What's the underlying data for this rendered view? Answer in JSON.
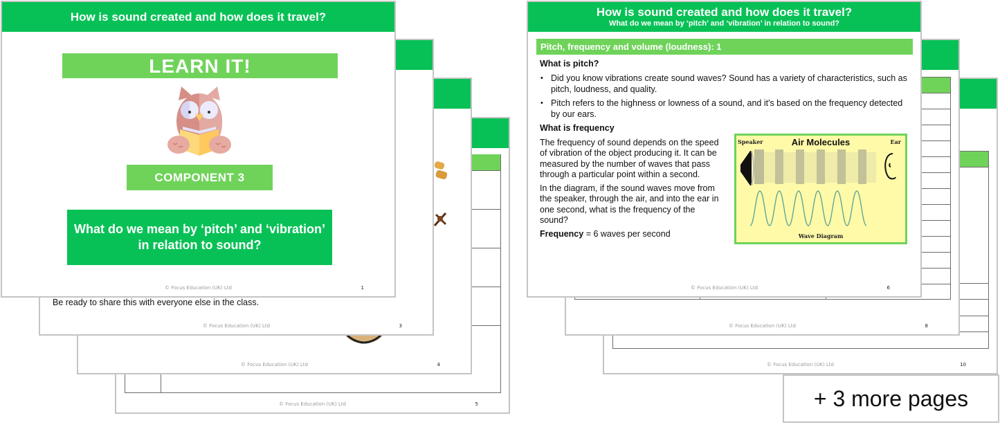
{
  "colors": {
    "header_green": "#08c156",
    "light_green": "#6fd35a",
    "diagram_bg": "#fffaa8",
    "slide_border": "#c4c4c4"
  },
  "left_stack": {
    "slide1": {
      "header_title": "How is sound created and how does it travel?",
      "learn_it": "LEARN IT!",
      "mascot_icon": "owl-reading-book",
      "component_label": "COMPONENT 3",
      "question": "What do we mean by ‘pitch’ and ‘vibration’ in relation to sound?",
      "footer_copyright": "© Focus Education (UK) Ltd",
      "page_number": "1"
    },
    "slide3": {
      "visible_text": "Be ready to share this with everyone else in the class.",
      "footer_copyright": "© Focus Education (UK) Ltd",
      "page_number": "3"
    },
    "slide4": {
      "footer_copyright": "© Focus Education (UK) Ltd",
      "page_number": "4"
    },
    "slide5": {
      "footer_copyright": "© Focus Education (UK) Ltd",
      "page_number": "5"
    }
  },
  "right_stack": {
    "slide6": {
      "header_title": "How is sound created and how does it travel?",
      "header_subtitle": "What do we mean by ‘pitch’ and ‘vibration’ in relation to sound?",
      "section_title": "Pitch, frequency and volume (loudness): 1",
      "pitch_heading": "What is pitch?",
      "pitch_bullets": [
        "Did you know vibrations create sound waves? Sound has a variety of characteristics, such as pitch, loudness, and quality.",
        "Pitch refers to the highness or lowness of a sound, and it's based on the frequency detected by our ears."
      ],
      "frequency_heading": "What is frequency",
      "frequency_para1": "The frequency of sound depends on the speed of vibration of the object producing it. It can be measured by the number of waves that pass through a particular point within a second.",
      "frequency_para2": "In the diagram, if the sound waves move from the speaker, through the air, and into the ear in one second, what is the frequency of the sound?",
      "answer_label": "Frequency",
      "answer_value": " = 6 waves per second",
      "diagram": {
        "title": "Air Molecules",
        "left_label": "Speaker",
        "right_label": "Ear",
        "caption": "Wave Diagram",
        "wave_count": 6
      },
      "footer_copyright": "© Focus Education (UK) Ltd",
      "page_number": "6"
    },
    "slide8": {
      "footer_copyright": "© Focus Education (UK) Ltd",
      "page_number": "8"
    },
    "slide10": {
      "footer_copyright": "© Focus Education (UK) Ltd",
      "page_number": "10"
    }
  },
  "more_pages_label": "+ 3 more pages"
}
